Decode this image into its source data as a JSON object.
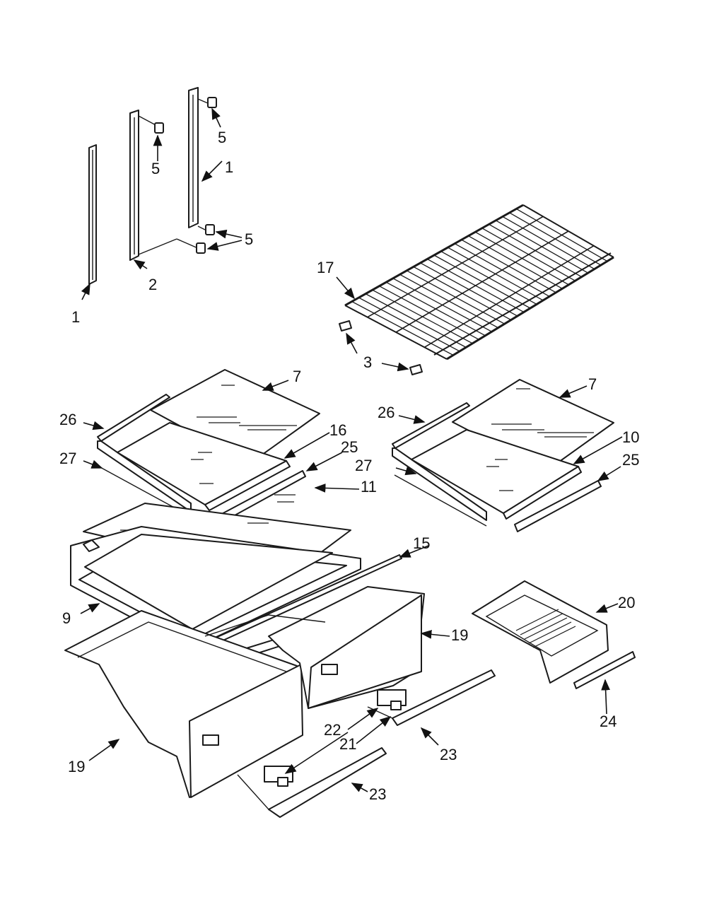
{
  "callouts": [
    {
      "id": "c1a",
      "text": "1"
    },
    {
      "id": "c1b",
      "text": "1"
    },
    {
      "id": "c2",
      "text": "2"
    },
    {
      "id": "c3",
      "text": "3"
    },
    {
      "id": "c5a",
      "text": "5"
    },
    {
      "id": "c5b",
      "text": "5"
    },
    {
      "id": "c5c",
      "text": "5"
    },
    {
      "id": "c7a",
      "text": "7"
    },
    {
      "id": "c7b",
      "text": "7"
    },
    {
      "id": "c9",
      "text": "9"
    },
    {
      "id": "c10",
      "text": "10"
    },
    {
      "id": "c11",
      "text": "11"
    },
    {
      "id": "c15",
      "text": "15"
    },
    {
      "id": "c16",
      "text": "16"
    },
    {
      "id": "c17",
      "text": "17"
    },
    {
      "id": "c19a",
      "text": "19"
    },
    {
      "id": "c19b",
      "text": "19"
    },
    {
      "id": "c20",
      "text": "20"
    },
    {
      "id": "c21",
      "text": "21"
    },
    {
      "id": "c22",
      "text": "22"
    },
    {
      "id": "c23a",
      "text": "23"
    },
    {
      "id": "c23b",
      "text": "23"
    },
    {
      "id": "c24",
      "text": "24"
    },
    {
      "id": "c25a",
      "text": "25"
    },
    {
      "id": "c25b",
      "text": "25"
    },
    {
      "id": "c26a",
      "text": "26"
    },
    {
      "id": "c26b",
      "text": "26"
    },
    {
      "id": "c27a",
      "text": "27"
    },
    {
      "id": "c27b",
      "text": "27"
    }
  ],
  "colors": {
    "line": "#1a1a1a",
    "background": "#ffffff"
  }
}
